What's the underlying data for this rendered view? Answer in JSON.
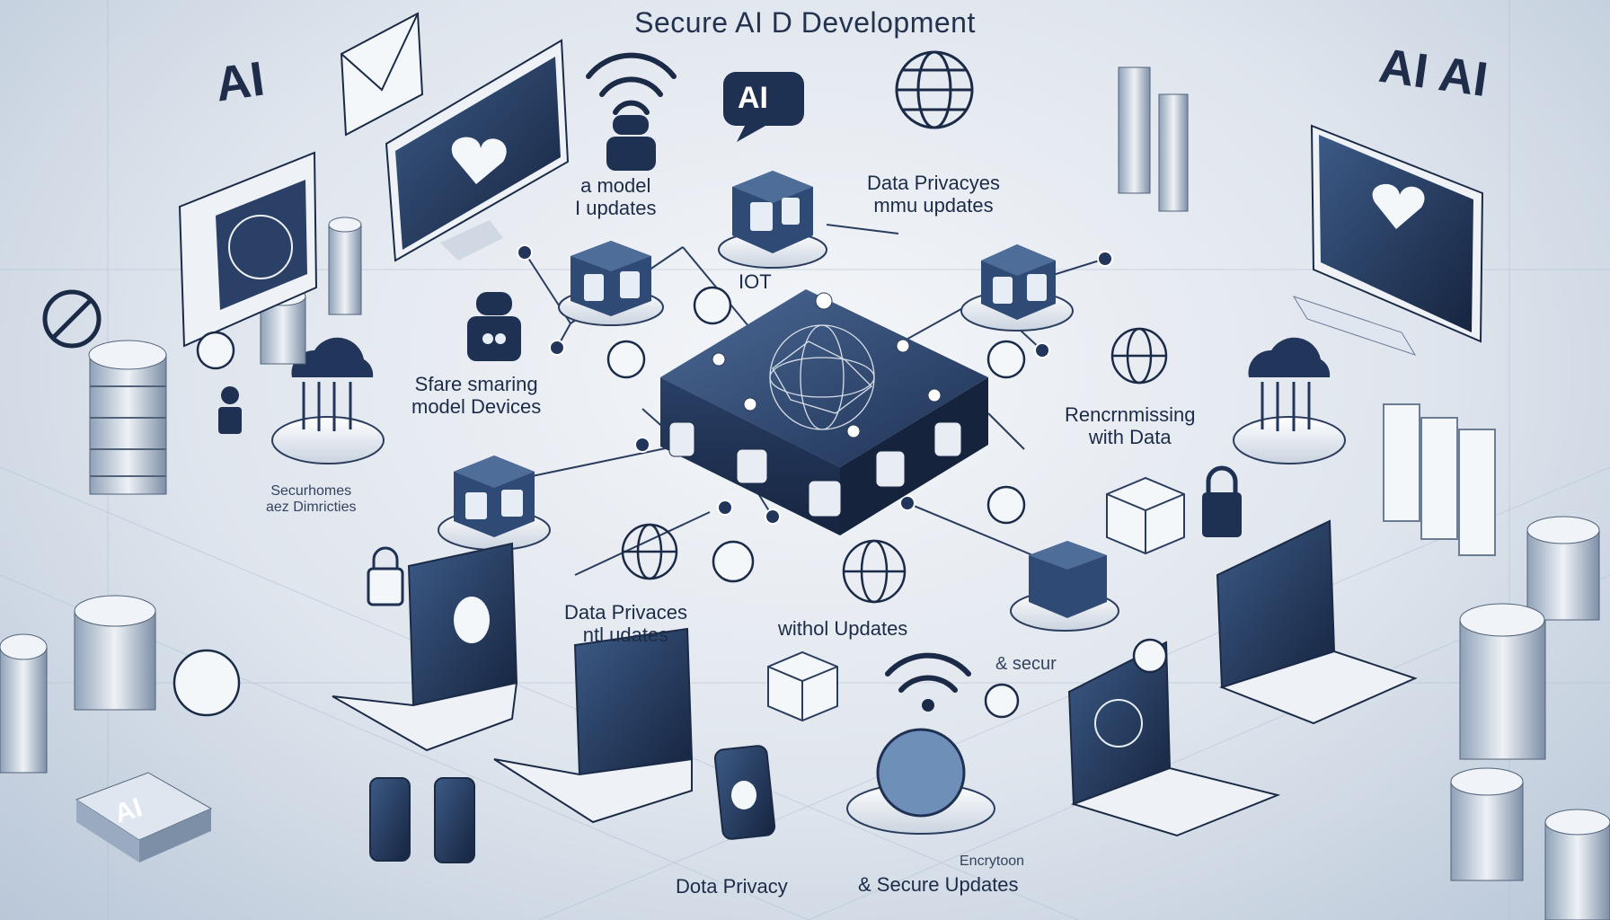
{
  "title": "Secure AI  D Development",
  "labels": {
    "model_updates": [
      "a model",
      "I updates"
    ],
    "iot": "IOT",
    "data_privacy_top": [
      "Data Privacyes",
      "mmu updates"
    ],
    "share_model": [
      "Sfare smaring",
      "model Devices"
    ],
    "reprocessing": [
      "Rencrnmissing",
      "with Data"
    ],
    "secure_districts": [
      "Securhomes",
      "aez Dimricties"
    ],
    "data_privacy_mid": [
      "Data Privaces",
      "ntl udates"
    ],
    "withol_updates": "withol Updates",
    "secur": "& secur",
    "data_privacy_bottom": "Dota Privacy",
    "encryption": "Encrytoon",
    "secure_updates": "& Secure Updates"
  },
  "badges": {
    "ai_top_left": "AI",
    "ai_top_right": "AI AI",
    "ai_bubble": "AI",
    "ai_tile": "AI"
  },
  "colors": {
    "navy": "#1f3153",
    "mid": "#3c5a86",
    "light": "#dfe6ef",
    "accent": "#6e8fb7"
  }
}
